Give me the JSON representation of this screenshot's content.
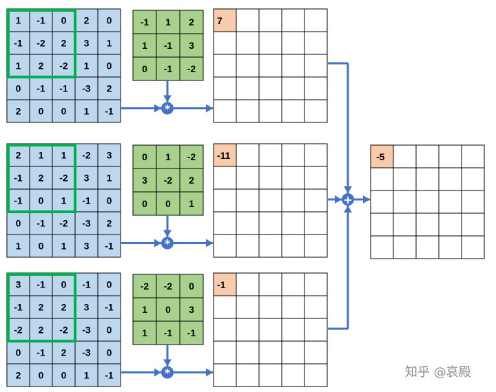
{
  "colors": {
    "input_fill": "#bdd7ee",
    "kernel_fill": "#a9d18e",
    "result_fill": "#f8cbad",
    "window_border": "#00b050",
    "arrow": "#4472c4",
    "grid_line": "#000000"
  },
  "channels": [
    {
      "input": [
        [
          "1",
          "-1",
          "0",
          "2",
          "0"
        ],
        [
          "-1",
          "-2",
          "2",
          "3",
          "1"
        ],
        [
          "1",
          "2",
          "-2",
          "1",
          "0"
        ],
        [
          "0",
          "-1",
          "-1",
          "-3",
          "2"
        ],
        [
          "2",
          "0",
          "0",
          "1",
          "-1"
        ]
      ],
      "kernel": [
        [
          "-1",
          "1",
          "2"
        ],
        [
          "1",
          "-1",
          "3"
        ],
        [
          "0",
          "-1",
          "-2"
        ]
      ],
      "result": "7"
    },
    {
      "input": [
        [
          "2",
          "1",
          "1",
          "-2",
          "3"
        ],
        [
          "-1",
          "2",
          "-2",
          "3",
          "1"
        ],
        [
          "-1",
          "0",
          "1",
          "-1",
          "0"
        ],
        [
          "0",
          "-1",
          "-2",
          "-3",
          "2"
        ],
        [
          "1",
          "0",
          "1",
          "3",
          "-1"
        ]
      ],
      "kernel": [
        [
          "0",
          "1",
          "-2"
        ],
        [
          "3",
          "-2",
          "2"
        ],
        [
          "0",
          "0",
          "1"
        ]
      ],
      "result": "-11"
    },
    {
      "input": [
        [
          "3",
          "-1",
          "0",
          "-1",
          "0"
        ],
        [
          "-1",
          "2",
          "2",
          "3",
          "-1"
        ],
        [
          "-2",
          "2",
          "-2",
          "-3",
          "0"
        ],
        [
          "0",
          "-1",
          "2",
          "-3",
          "0"
        ],
        [
          "2",
          "0",
          "0",
          "1",
          "-1"
        ]
      ],
      "kernel": [
        [
          "-2",
          "-2",
          "0"
        ],
        [
          "1",
          "0",
          "3"
        ],
        [
          "1",
          "-1",
          "-1"
        ]
      ],
      "result": "-1"
    }
  ],
  "sum_result": "-5",
  "conv_symbol": "*",
  "sum_symbol": "+",
  "watermark": "知乎 @哀殿"
}
